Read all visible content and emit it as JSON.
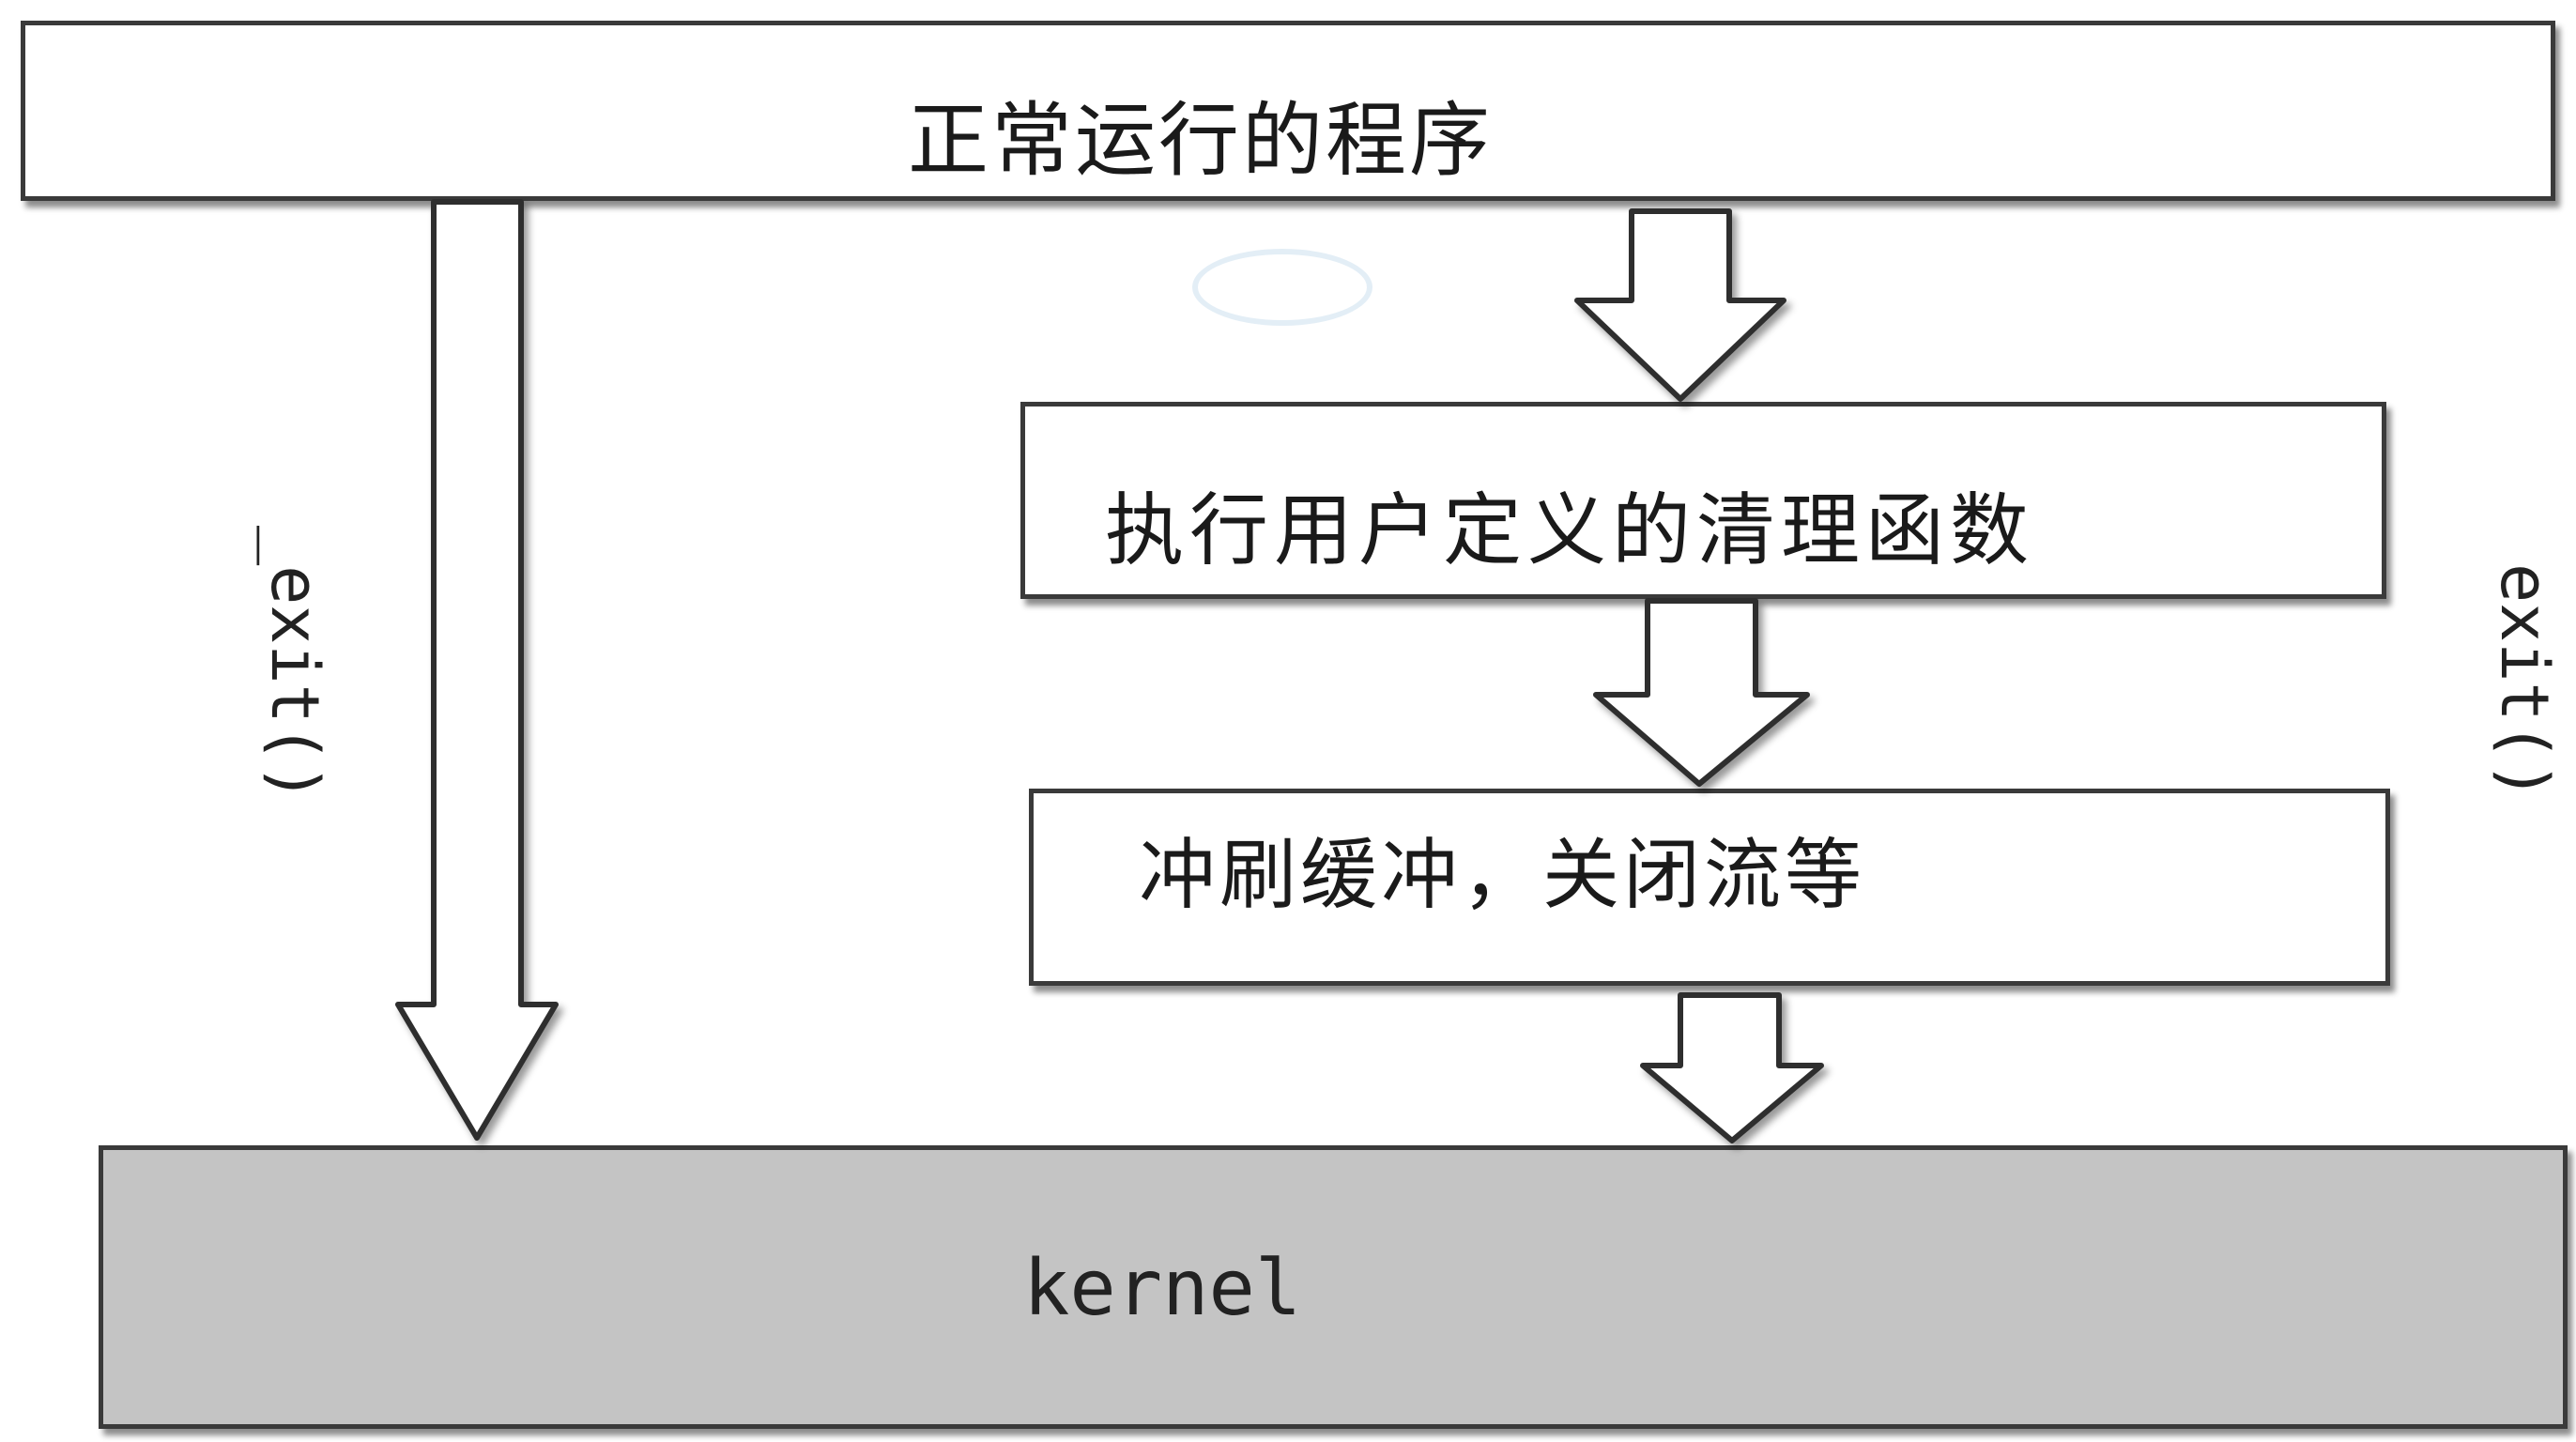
{
  "diagram": {
    "program_box": {
      "label": "正常运行的程序"
    },
    "cleanup_box": {
      "label": "执行用户定义的清理函数"
    },
    "flush_box": {
      "label": "冲刷缓冲，关闭流等"
    },
    "kernel_box": {
      "label": "kernel"
    },
    "left_path": {
      "label": "_exit()"
    },
    "right_path": {
      "label": "exit()"
    }
  },
  "colors": {
    "box_border": "#3a3a3a",
    "box_fill": "#ffffff",
    "kernel_fill": "#c4c4c4",
    "arrow_stroke": "#2e2e2e",
    "text": "#1a1a1a"
  }
}
